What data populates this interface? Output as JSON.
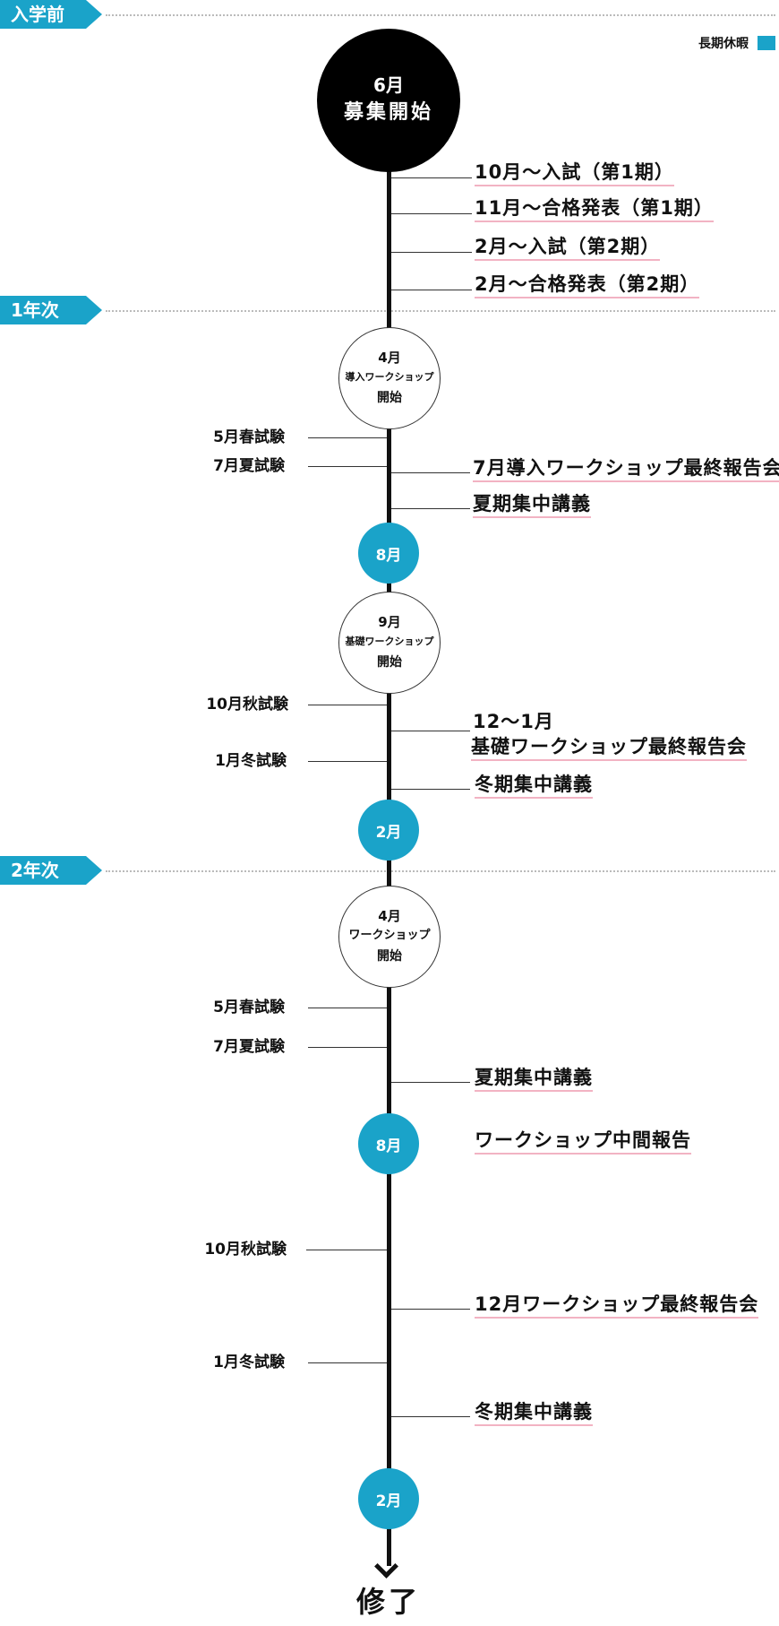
{
  "legend": {
    "label": "長期休暇",
    "color": "#1aa3c9"
  },
  "sections": {
    "pre": "入学前",
    "year1": "1年次",
    "year2": "2年次"
  },
  "pre": {
    "start_month": "6月",
    "start_label": "募集開始",
    "events": [
      "10月〜入試（第1期）",
      "11月〜合格発表（第1期）",
      "2月〜入試（第2期）",
      "2月〜合格発表（第2期）"
    ]
  },
  "year1": {
    "ws_intro": {
      "month": "4月",
      "label": "導入ワークショップ",
      "sub": "開始"
    },
    "exam_spring": "5月春試験",
    "exam_summer": "7月夏試験",
    "intro_report": "7月導入ワークショップ最終報告会",
    "summer_intensive": "夏期集中講義",
    "break_aug": "8月",
    "ws_basic": {
      "month": "9月",
      "label": "基礎ワークショップ",
      "sub": "開始"
    },
    "exam_autumn": "10月秋試験",
    "exam_winter": "1月冬試験",
    "basic_report_line1": "12〜1月",
    "basic_report_line2": "基礎ワークショップ最終報告会",
    "winter_intensive": "冬期集中講義",
    "break_feb": "2月"
  },
  "year2": {
    "ws": {
      "month": "4月",
      "label": "ワークショップ",
      "sub": "開始"
    },
    "exam_spring": "5月春試験",
    "exam_summer": "7月夏試験",
    "summer_intensive": "夏期集中講義",
    "break_aug": "8月",
    "midterm_report": "ワークショップ中間報告",
    "exam_autumn": "10月秋試験",
    "final_report": "12月ワークショップ最終報告会",
    "exam_winter": "1月冬試験",
    "winter_intensive": "冬期集中講義",
    "break_feb": "2月"
  },
  "end_label": "修了"
}
